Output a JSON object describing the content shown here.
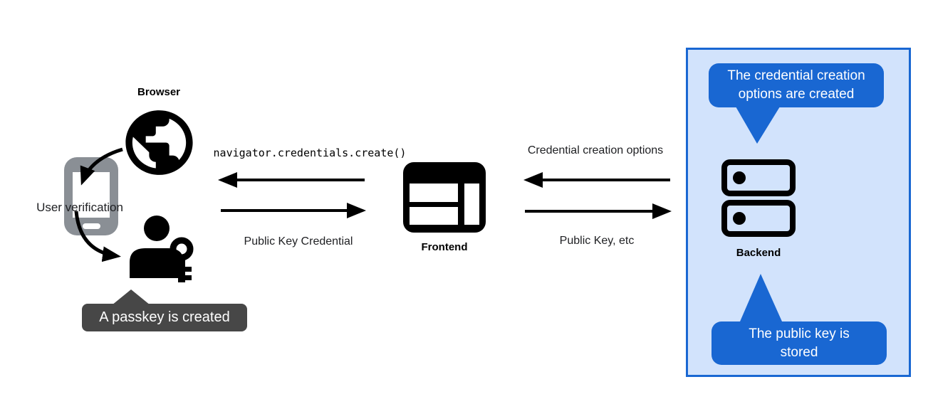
{
  "colors": {
    "accent_blue": "#1967d2",
    "panel_bg": "#d2e3fc",
    "tooltip_gray": "#474747",
    "phone_gray": "#8a8f95",
    "icon_black": "#000000",
    "text": "#202124"
  },
  "left": {
    "browser_label": "Browser",
    "user_verification_label": "User verification",
    "passkey_tooltip": "A passkey is created"
  },
  "middle": {
    "frontend_label": "Frontend",
    "arrow_top_label": "navigator.credentials.create()",
    "arrow_bottom_label": "Public Key Credential"
  },
  "right": {
    "backend_label": "Backend",
    "arrow_top_label": "Credential creation options",
    "arrow_bottom_label": "Public Key, etc",
    "callout_top": "The credential creation options are created",
    "callout_bottom": "The public key is stored"
  }
}
